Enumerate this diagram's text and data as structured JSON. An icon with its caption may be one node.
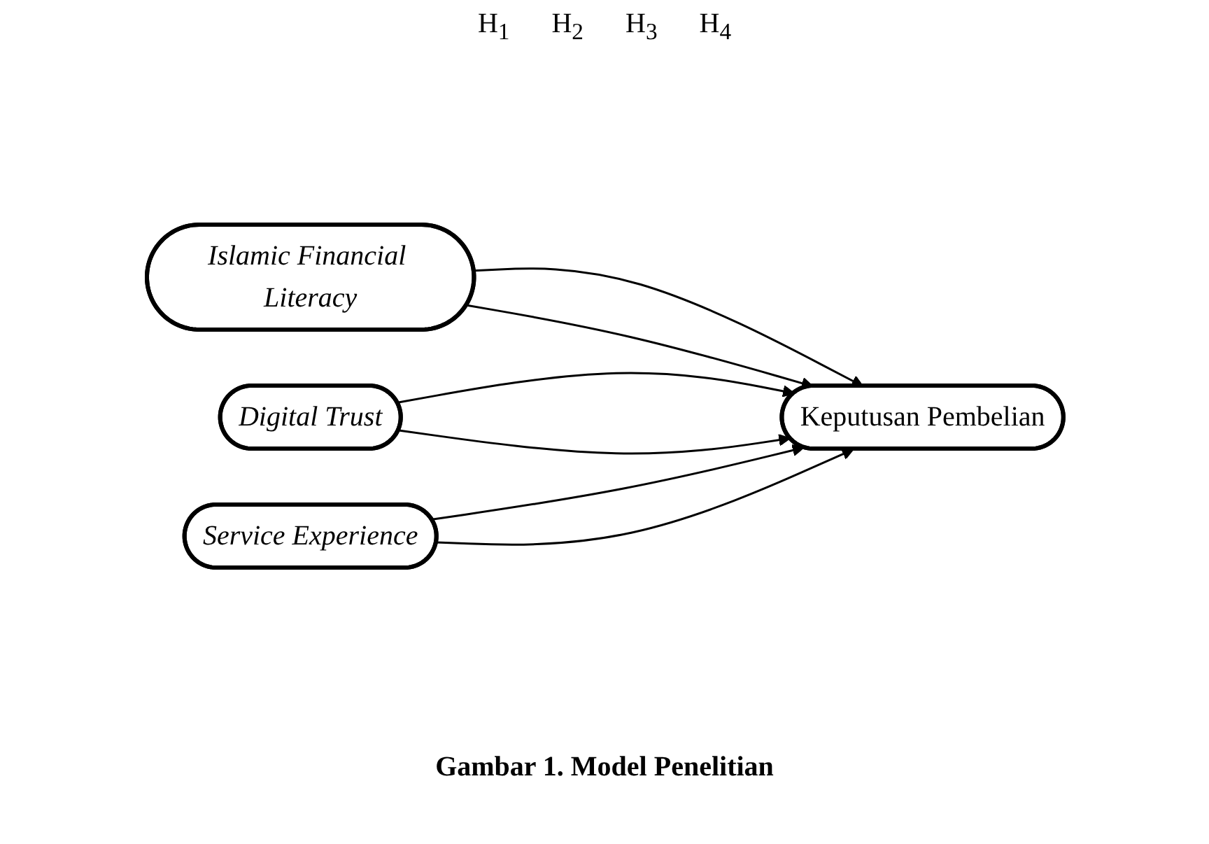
{
  "diagram": {
    "caption": "Gambar 1. Model Penelitian",
    "nodes": [
      {
        "text": [
          "Islamic Financial Literacy"
        ]
      },
      {
        "text": [
          "Digital Trust"
        ]
      },
      {
        "text": [
          "Service Experience"
        ]
      },
      {
        "text": [
          "Keputusan Pembelian"
        ]
      }
    ],
    "edges": [
      {
        "from": 0,
        "to": 3,
        "arrow": "to"
      },
      {
        "from": 1,
        "to": 3,
        "arrow": "to"
      },
      {
        "from": 2,
        "to": 3,
        "arrow": "to"
      },
      {
        "from": 0,
        "to": 3,
        "arrow": "to"
      },
      {
        "from": 1,
        "to": 3,
        "arrow": "to"
      },
      {
        "from": 2,
        "to": 3,
        "arrow": "to"
      }
    ],
    "labels": [
      "H$_{1}$",
      "H$_{2}$",
      "H$_{3}$",
      "H$_{4}$"
    ]
  }
}
